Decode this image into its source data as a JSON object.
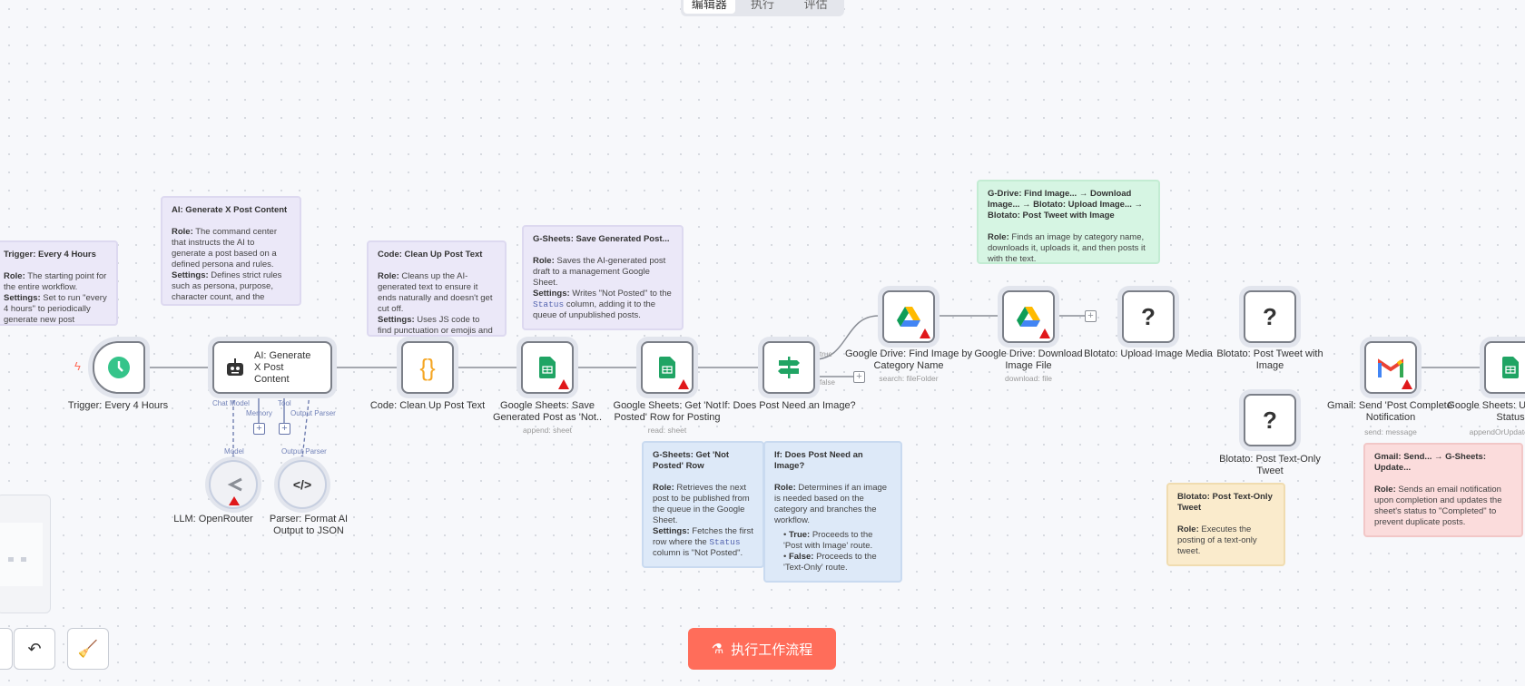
{
  "tabs": [
    {
      "label": "编辑器",
      "active": true
    },
    {
      "label": "执行"
    },
    {
      "label": "评估"
    }
  ],
  "notes": {
    "trigger": {
      "title": "Trigger: Every 4 Hours",
      "role": "The starting point for the entire workflow.",
      "settings": "Set to run \"every 4 hours\" to periodically generate new post content."
    },
    "ai": {
      "title": "AI: Generate X Post Content",
      "role": "The command center that instructs the AI to generate a post based on a defined persona and rules.",
      "settings": "Defines strict rules such as persona, purpose, character count, and the output format as JSON."
    },
    "code": {
      "title": "Code: Clean Up Post Text",
      "role": "Cleans up the AI-generated text to ensure it ends naturally and doesn't get cut off.",
      "settings": "Uses JS code to find punctuation or emojis and truncates the text there, formatting it into a natural-sounding post."
    },
    "save": {
      "title": "G-Sheets: Save Generated Post...",
      "role": "Saves the AI-generated post draft to a management Google Sheet.",
      "settings_pre": "Writes \"Not Posted\" to the",
      "settings_code": "Status",
      "settings_post": "column, adding it to the queue of unpublished posts."
    },
    "drive": {
      "title": "G-Drive: Find Image... → Download Image... → Blotato: Upload Image... → Blotato: Post Tweet with Image",
      "role": "Finds an image by category name, downloads it, uploads it, and then posts it with the text."
    },
    "get": {
      "title": "G-Sheets: Get 'Not Posted' Row",
      "role": "Retrieves the next post to be published from the queue in the Google Sheet.",
      "settings_pre": "Fetches the first row where the",
      "settings_code": "Status",
      "settings_post": "column is \"Not Posted\"."
    },
    "if": {
      "title": "If: Does Post Need an Image?",
      "role": "Determines if an image is needed based on the category and branches the workflow.",
      "true_label": "True:",
      "true_text": "Proceeds to the 'Post with Image' route.",
      "false_label": "False:",
      "false_text": "Proceeds to the 'Text-Only' route."
    },
    "text": {
      "title": "Blotato: Post Text-Only Tweet",
      "role": "Executes the posting of a text-only tweet."
    },
    "gmail": {
      "title": "Gmail: Send... → G-Sheets: Update...",
      "role": "Sends an email notification upon completion and updates the sheet's status to \"Completed\" to prevent duplicate posts."
    }
  },
  "labels": {
    "role": "Role:",
    "settings": "Settings:"
  },
  "nodes": {
    "trigger": {
      "label": "Trigger: Every 4 Hours"
    },
    "ai": {
      "label": "AI: Generate X Post Content"
    },
    "code": {
      "label": "Code: Clean Up Post Text"
    },
    "save": {
      "label": "Google Sheets: Save Generated Post as 'Not..",
      "sub": "append: sheet"
    },
    "get": {
      "label": "Google Sheets: Get 'Not Posted' Row for Posting",
      "sub": "read: sheet"
    },
    "if": {
      "label": "If: Does Post Need an Image?",
      "true": "true",
      "false": "false"
    },
    "find": {
      "label": "Google Drive: Find Image by Category Name",
      "sub": "search: fileFolder"
    },
    "download": {
      "label": "Google Drive: Download Image File",
      "sub": "download: file"
    },
    "upload": {
      "label": "Blotato: Upload Image Media"
    },
    "tweet_img": {
      "label": "Blotato: Post Tweet with Image"
    },
    "tweet_text": {
      "label": "Blotato: Post Text-Only Tweet"
    },
    "gmail": {
      "label": "Gmail: Send 'Post Complete' Notification",
      "sub": "send: message"
    },
    "update": {
      "label": "Google Sheets: Update Post Status",
      "sub": "appendOrUpdate: sheet"
    },
    "llm": {
      "label": "LLM: OpenRouter"
    },
    "parser": {
      "label": "Parser: Format AI Output to JSON"
    }
  },
  "handles": {
    "chat_model": "Chat Model",
    "memory": "Memory",
    "tool": "Tool",
    "output_parser": "Output Parser",
    "model": "Model",
    "parser_in": "Output Parser"
  },
  "execute_button": "执行工作流程",
  "colors": {
    "accent": "#ff6d5a",
    "warning": "#e0181b",
    "trigger": "#35c48a"
  }
}
